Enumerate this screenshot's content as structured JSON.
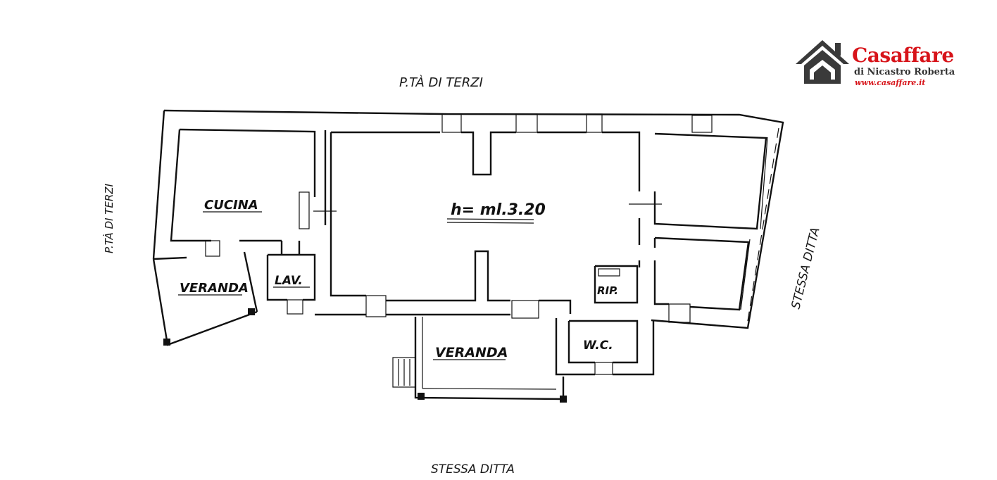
{
  "brand": {
    "name": "Casaffare",
    "owner": "di Nicastro Roberta",
    "website": "www.casaffare.it",
    "accent_color": "#d7141a",
    "icon": "house-logo-icon"
  },
  "boundaries": {
    "top": "P.TÀ DI TERZI",
    "left": "P.TÀ DI TERZI",
    "right": "STESSA DITTA",
    "bottom": "STESSA DITTA"
  },
  "rooms": {
    "cucina": "CUCINA",
    "veranda_left": "VERANDA",
    "lav": "LAV.",
    "main_height": "h= ml.3.20",
    "rip": "RIP.",
    "wc": "W.C.",
    "veranda_bottom": "VERANDA"
  }
}
